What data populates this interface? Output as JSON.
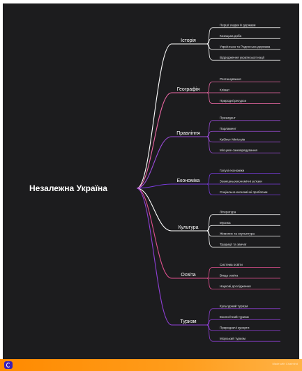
{
  "root": "Незалежна Україна",
  "branches": [
    {
      "label": "Історія",
      "color": "#ffffff",
      "children": [
        "Перші згадки й держави",
        "Козацька доба",
        "Українська та Радянська держава",
        "Відродження української нації"
      ]
    },
    {
      "label": "Географія",
      "color": "#f06aa8",
      "children": [
        "Розташування",
        "Клімат",
        "Природні ресурси"
      ]
    },
    {
      "label": "Правління",
      "color": "#9b4bd8",
      "children": [
        "Президент",
        "Парламент",
        "Кабінет Міністрів",
        "Місцеве самоврядування"
      ]
    },
    {
      "label": "Економіка",
      "color": "#7a3ce0",
      "children": [
        "Галузі економіки",
        "Зовнішньоекономічні зв'язки",
        "Соціально-економічні проблеми"
      ]
    },
    {
      "label": "Культура",
      "color": "#ffffff",
      "children": [
        "Література",
        "Музика",
        "Живопис та скульптура",
        "Традиції та звичаї"
      ]
    },
    {
      "label": "Освіта",
      "color": "#e0508f",
      "children": [
        "Система освіти",
        "Вища освіта",
        "Наукові дослідження"
      ]
    },
    {
      "label": "Туризм",
      "color": "#8f3fd6",
      "children": [
        "Культурний туризм",
        "Екологічний туризм",
        "Природничі курорти",
        "Морський туризм"
      ]
    }
  ],
  "footer": {
    "credit": "Made with Chatmind",
    "logo_icon": "chatmind-logo-icon"
  }
}
